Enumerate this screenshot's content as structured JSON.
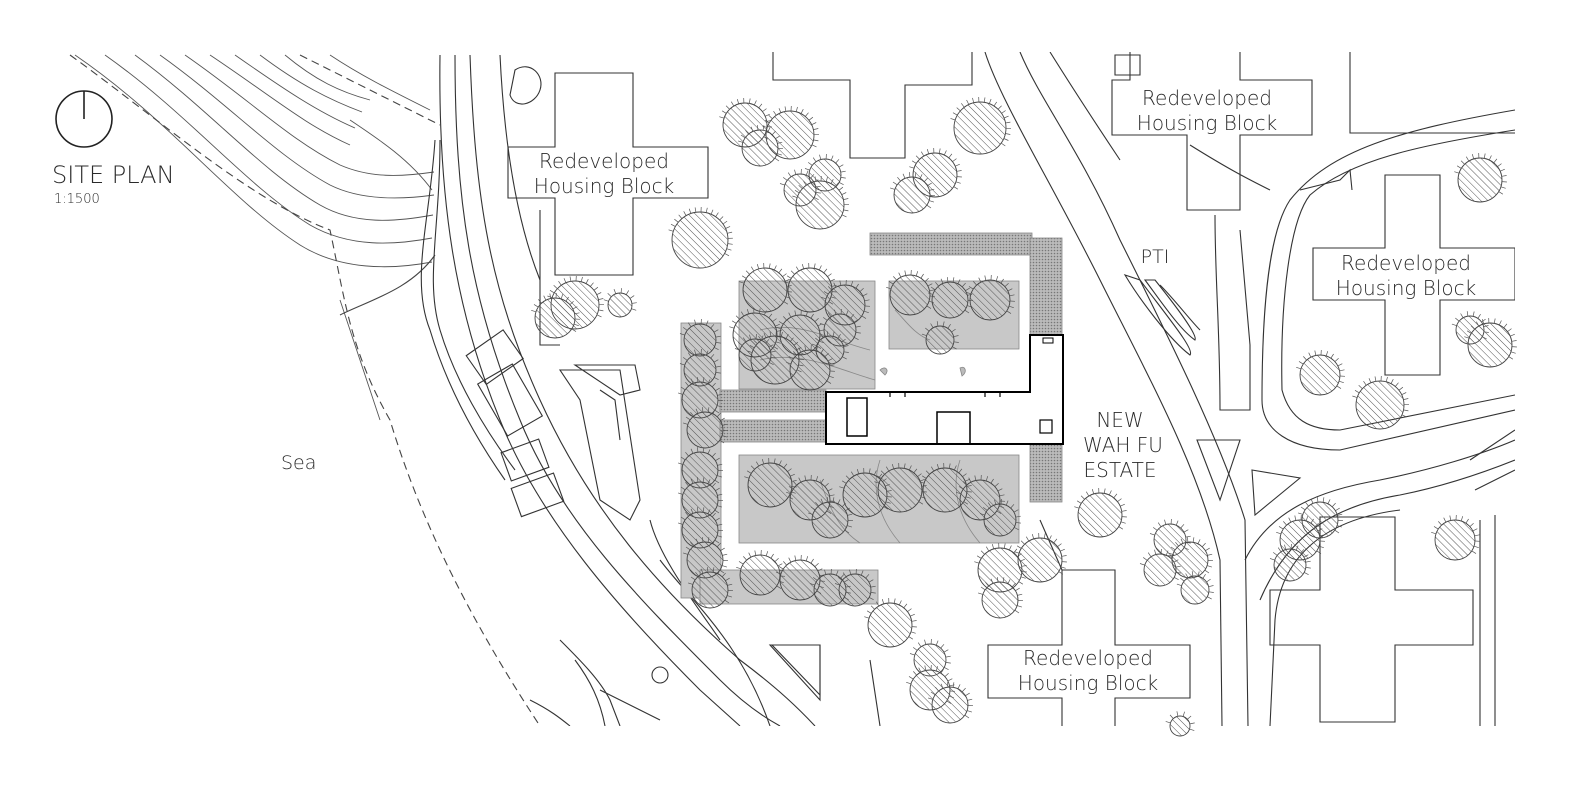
{
  "title": {
    "heading": "SITE PLAN",
    "scale": "1:1500"
  },
  "labels": {
    "sea": "Sea",
    "block_top_left": [
      "Redeveloped",
      "Housing Block"
    ],
    "block_top_right": [
      "Redeveloped",
      "Housing Block"
    ],
    "block_right": [
      "Redeveloped",
      "Housing Block"
    ],
    "block_bottom": [
      "Redeveloped",
      "Housing Block"
    ],
    "pti": "PTI",
    "estate": [
      "NEW",
      "WAH FU",
      "ESTATE"
    ]
  },
  "icons": {
    "north": "north-arrow-icon"
  },
  "colors": {
    "line": "#333333",
    "landscape": "#c4c4c4",
    "tree_hatch": "#555555",
    "building": "#000000"
  }
}
